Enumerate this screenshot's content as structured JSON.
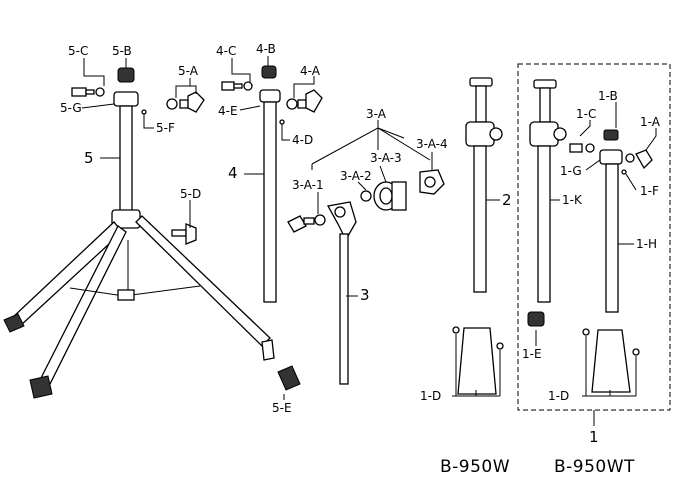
{
  "labels": {
    "l_5C": "5-C",
    "l_5B": "5-B",
    "l_5A": "5-A",
    "l_5G": "5-G",
    "l_5F": "5-F",
    "l_5": "5",
    "l_5D": "5-D",
    "l_5E": "5-E",
    "l_4C": "4-C",
    "l_4B": "4-B",
    "l_4A": "4-A",
    "l_4E": "4-E",
    "l_4D": "4-D",
    "l_4": "4",
    "l_3A": "3-A",
    "l_3A4": "3-A-4",
    "l_3A3": "3-A-3",
    "l_3A2": "3-A-2",
    "l_3A1": "3-A-1",
    "l_3": "3",
    "l_2": "2",
    "l_1C": "1-C",
    "l_1B": "1-B",
    "l_1A": "1-A",
    "l_1G": "1-G",
    "l_1F": "1-F",
    "l_1K": "1-K",
    "l_1H": "1-H",
    "l_1E": "1-E",
    "l_1D_left": "1-D",
    "l_1D_right": "1-D",
    "l_1": "1"
  },
  "models": {
    "left": "B-950W",
    "right": "B-950WT"
  }
}
